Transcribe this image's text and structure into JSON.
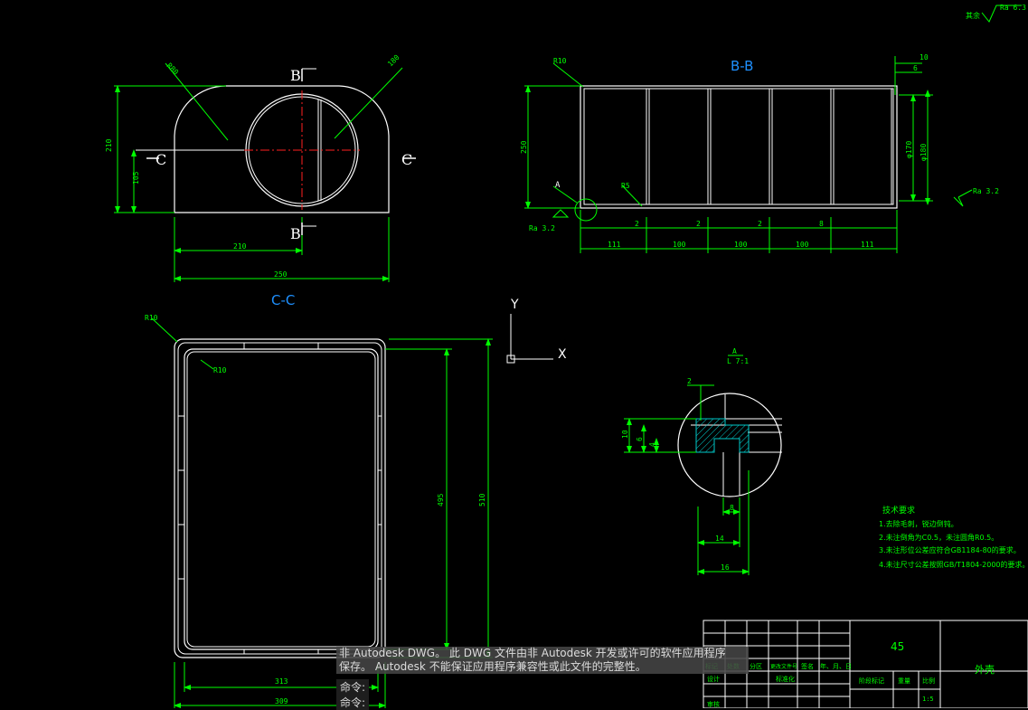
{
  "views": {
    "top": {
      "dims": {
        "r_large": "R80",
        "d_circle": "180",
        "h_total": "210",
        "h_center": "105",
        "w_offset": "210",
        "w_total": "250"
      },
      "section_marks": {
        "b": "B",
        "c": "C"
      }
    },
    "bb": {
      "title": "B-B",
      "dims": {
        "r_corner": "R10",
        "height": "250",
        "diam1": "φ170",
        "diam2": "φ180",
        "spacing": [
          "111",
          "100",
          "100",
          "100",
          "111"
        ],
        "thick": [
          "2",
          "2",
          "2",
          "8"
        ],
        "top_w1": "10",
        "top_w2": "6",
        "r_small": "R5"
      },
      "detail_tag": "A",
      "roughness_left": "Ra 3.2",
      "roughness_right": "Ra 3.2"
    },
    "cc": {
      "title": "C-C",
      "dims": {
        "r_outer": "R10",
        "r_inner": "R10",
        "h_inner": "495",
        "h_outer": "510",
        "w_inner": "313",
        "w_outer": "309"
      }
    },
    "detail": {
      "title": "A",
      "scale": "L 7:1",
      "dims": {
        "top": "2",
        "left1": "10",
        "left2": "6",
        "left3": "4",
        "bottom1": "8",
        "bottom2": "14",
        "bottom3": "16"
      }
    },
    "roughness_other": "其余",
    "roughness_main": "Ra 6.3"
  },
  "ucs": {
    "y": "Y",
    "x": "X"
  },
  "tech_notes": {
    "title": "技术要求",
    "items": [
      "1.去除毛刺，锐边倒钝。",
      "2.未注倒角为C0.5，未注圆角R0.5。",
      "3.未注形位公差应符合GB1184-80的要求。",
      "4.未注尺寸公差按照GB/T1804-2000的要求。"
    ]
  },
  "title_block": {
    "material": "45",
    "part_name": "外壳",
    "headers": [
      "标记",
      "处数",
      "分区",
      "更改文件号",
      "签名",
      "年、月、日"
    ],
    "row_labels": [
      "设计",
      "标准化",
      "审核"
    ],
    "stage_label": "阶段标记",
    "weight_label": "重量",
    "scale_label": "比例",
    "scale_value": "1:5"
  },
  "command": {
    "notice_line1": "非 Autodesk DWG。  此 DWG 文件由非 Autodesk 开发或许可的软件应用程序",
    "notice_line2": "保存。  Autodesk 不能保证应用程序兼容性或此文件的完整性。",
    "prompt1": "命令:",
    "prompt2": "命令:"
  },
  "colors": {
    "line": "#ffffff",
    "dim": "#00ff00",
    "title": "#1e90ff",
    "center": "#ff2020",
    "hatch": "#00c8c8",
    "note": "#00ff00"
  }
}
